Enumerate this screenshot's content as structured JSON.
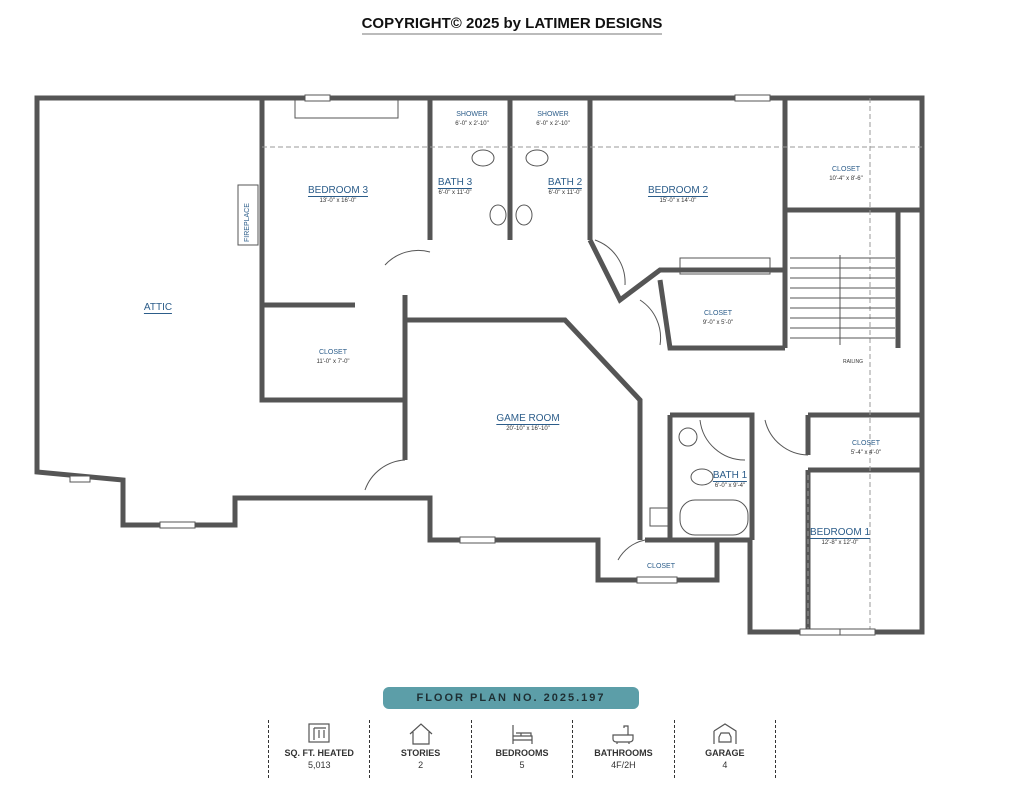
{
  "header": {
    "copyright": "COPYRIGHT© 2025 by LATIMER DESIGNS"
  },
  "rooms": {
    "attic": {
      "name": "ATTIC"
    },
    "fireplace": {
      "name": "FIREPLACE"
    },
    "bedroom3": {
      "name": "BEDROOM 3",
      "dims": "13'-0\" x 16'-0\""
    },
    "closet_b3": {
      "name": "CLOSET",
      "dims": "11'-0\" x 7'-0\""
    },
    "shower3": {
      "name": "SHOWER",
      "dims": "6'-0\" x 2'-10\""
    },
    "shower2": {
      "name": "SHOWER",
      "dims": "6'-0\" x 2'-10\""
    },
    "bath3": {
      "name": "BATH 3",
      "dims": "6'-0\" x 11'-0\""
    },
    "bath2": {
      "name": "BATH 2",
      "dims": "6'-0\" x 11'-0\""
    },
    "bedroom2": {
      "name": "BEDROOM 2",
      "dims": "15'-0\" x 14'-0\""
    },
    "closet_top": {
      "name": "CLOSET",
      "dims": "10'-4\" x 8'-6\""
    },
    "closet_b2": {
      "name": "CLOSET",
      "dims": "9'-0\" x 5'-0\""
    },
    "game_room": {
      "name": "GAME ROOM",
      "dims": "20'-10\" x 16'-10\""
    },
    "bath1": {
      "name": "BATH 1",
      "dims": "6'-0\" x 9'-4\""
    },
    "closet_small": {
      "name": "CLOSET",
      "dims": "5'-4\" x 4'-0\""
    },
    "bedroom1": {
      "name": "BEDROOM 1",
      "dims": "12'-8\" x 12'-0\""
    },
    "closet_bottom": {
      "name": "CLOSET"
    },
    "railing": {
      "name": "RAILING"
    }
  },
  "banner": {
    "label": "FLOOR PLAN NO. 2025.197"
  },
  "stats": [
    {
      "label": "SQ. FT. HEATED",
      "value": "5,013",
      "icon": "blueprint-icon"
    },
    {
      "label": "STORIES",
      "value": "2",
      "icon": "house-icon"
    },
    {
      "label": "BEDROOMS",
      "value": "5",
      "icon": "bed-icon"
    },
    {
      "label": "BATHROOMS",
      "value": "4F/2H",
      "icon": "bathtub-icon"
    },
    {
      "label": "GARAGE",
      "value": "4",
      "icon": "garage-icon"
    }
  ],
  "colors": {
    "wall": "#555555",
    "label": "#2c5d8a",
    "banner": "#5c9ea8"
  }
}
